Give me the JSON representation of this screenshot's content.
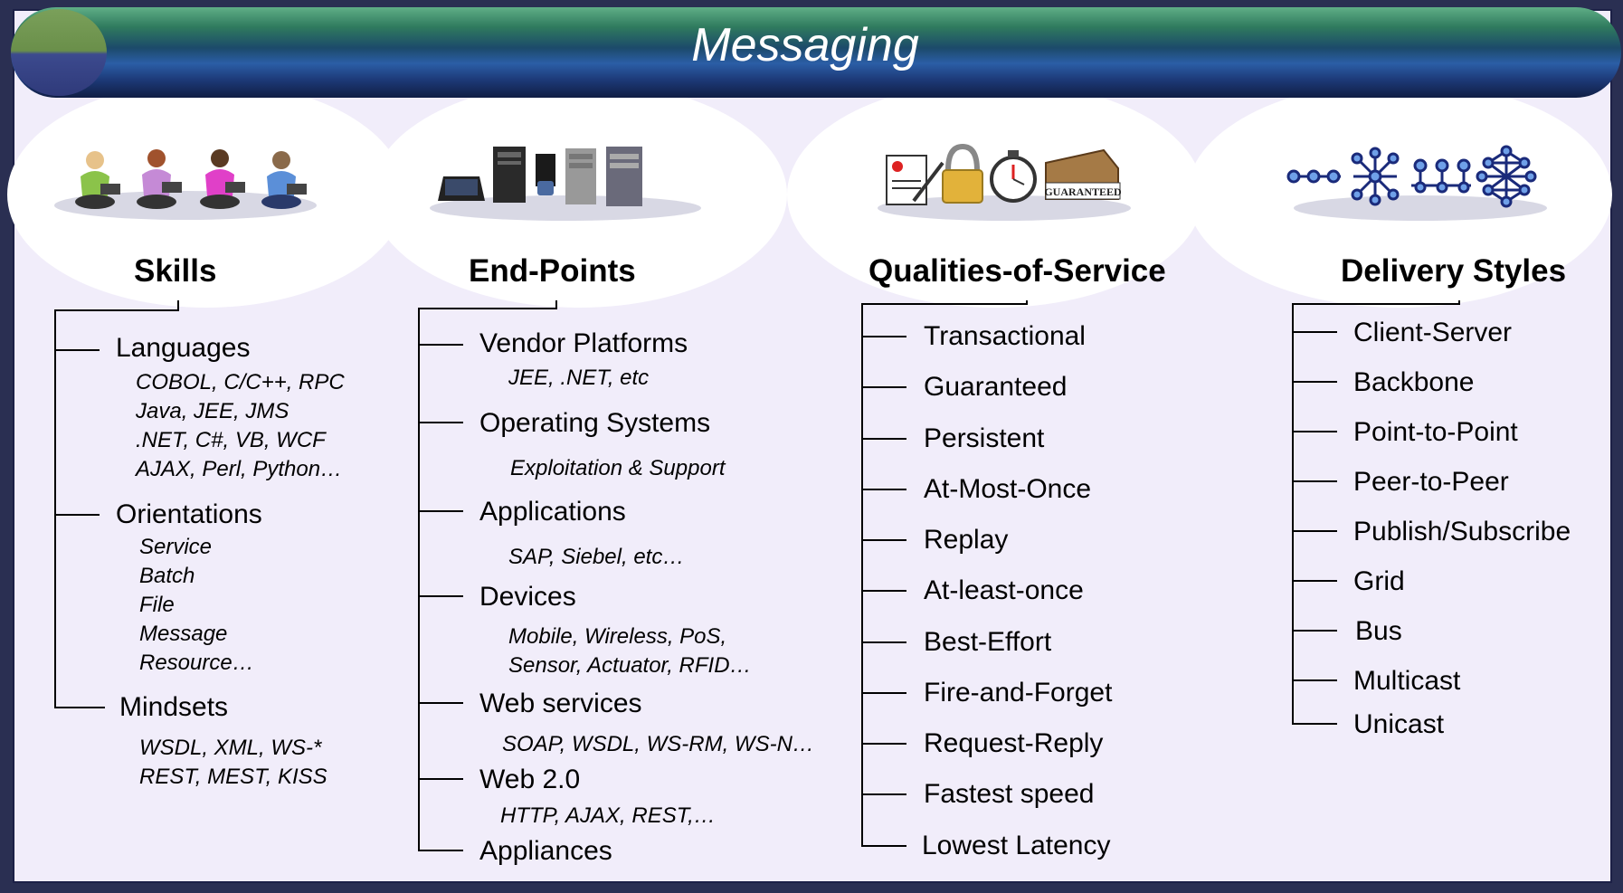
{
  "title": "Messaging",
  "columns": {
    "skills": {
      "title": "Skills",
      "items": [
        {
          "label": "Languages",
          "details": [
            "COBOL, C/C++, RPC",
            "Java, JEE, JMS",
            ".NET, C#, VB, WCF",
            "AJAX, Perl, Python…"
          ]
        },
        {
          "label": "Orientations",
          "details": [
            "Service",
            "Batch",
            "File",
            "Message",
            "Resource…"
          ]
        },
        {
          "label": "Mindsets",
          "details": [
            "WSDL, XML, WS-*",
            "REST, MEST, KISS"
          ]
        }
      ]
    },
    "endpoints": {
      "title": "End-Points",
      "items": [
        {
          "label": "Vendor Platforms",
          "details": [
            "JEE, .NET, etc"
          ]
        },
        {
          "label": "Operating Systems",
          "details": [
            "Exploitation & Support"
          ]
        },
        {
          "label": "Applications",
          "details": [
            "SAP, Siebel, etc…"
          ]
        },
        {
          "label": "Devices",
          "details": [
            "Mobile, Wireless, PoS,",
            "Sensor, Actuator, RFID…"
          ]
        },
        {
          "label": "Web services",
          "details": [
            "SOAP, WSDL, WS-RM, WS-N…"
          ]
        },
        {
          "label": "Web 2.0",
          "details": [
            "HTTP, AJAX, REST,…"
          ]
        },
        {
          "label": "Appliances",
          "details": []
        }
      ]
    },
    "qos": {
      "title": "Qualities-of-Service",
      "items": [
        "Transactional",
        "Guaranteed",
        "Persistent",
        "At-Most-Once",
        "Replay",
        "At-least-once",
        "Best-Effort",
        "Fire-and-Forget",
        "Request-Reply",
        "Fastest speed",
        "Lowest Latency"
      ]
    },
    "delivery": {
      "title": "Delivery Styles",
      "items": [
        "Client-Server",
        "Backbone",
        "Point-to-Point",
        "Peer-to-Peer",
        "Publish/Subscribe",
        "Grid",
        "Bus",
        "Multicast",
        "Unicast"
      ]
    }
  },
  "icons": {
    "skills": "people-with-laptops-icon",
    "endpoints": "computers-devices-icon",
    "qos": "document-lock-stopwatch-guaranteed-icon",
    "delivery": "network-topology-icon",
    "guaranteed_stamp": "GUARANTEED"
  },
  "colors": {
    "background": "#f1edfa",
    "title_bar": "#1d3a78",
    "frame": "#2a2f52"
  }
}
